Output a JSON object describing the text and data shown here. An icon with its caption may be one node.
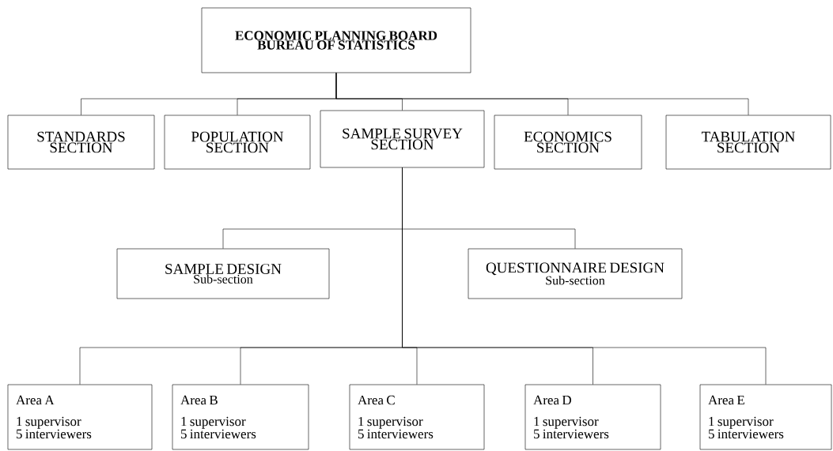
{
  "diagram": {
    "nodes": [
      {
        "text": [
          "ECONOMIC PLANNING BOARD BUREAU OF STATISTICS"
        ]
      },
      {
        "text": [
          "STANDARDS SECTION"
        ]
      },
      {
        "text": [
          "POPULATION SECTION"
        ]
      },
      {
        "text": [
          "SAMPLE SURVEY SECTION"
        ]
      },
      {
        "text": [
          "ECONOMICS SECTION"
        ]
      },
      {
        "text": [
          "TABULATION SECTION"
        ]
      },
      {
        "text": [
          "SAMPLE DESIGN",
          "Sub-section"
        ]
      },
      {
        "text": [
          "QUESTIONNAIRE DESIGN",
          "Sub-section"
        ]
      },
      {
        "text": [
          "Area A",
          "1 supervisor",
          "5 interviewers"
        ]
      },
      {
        "text": [
          "Area B",
          "1 supervisor",
          "5 interviewers"
        ]
      },
      {
        "text": [
          "Area C",
          "1 supervisor",
          "5 interviewers"
        ]
      },
      {
        "text": [
          "Area D",
          "1 supervisor",
          "5 interviewers"
        ]
      },
      {
        "text": [
          "Area E",
          "1 supervisor",
          "5 interviewers"
        ]
      }
    ],
    "edges": [
      {
        "from": 0,
        "to": 1,
        "arrow": "none"
      },
      {
        "from": 0,
        "to": 2,
        "arrow": "none"
      },
      {
        "from": 0,
        "to": 3,
        "arrow": "none"
      },
      {
        "from": 0,
        "to": 4,
        "arrow": "none"
      },
      {
        "from": 0,
        "to": 5,
        "arrow": "none"
      },
      {
        "from": 3,
        "to": 6,
        "arrow": "none"
      },
      {
        "from": 3,
        "to": 7,
        "arrow": "none"
      },
      {
        "from": 3,
        "to": 8,
        "arrow": "none"
      },
      {
        "from": 3,
        "to": 9,
        "arrow": "none"
      },
      {
        "from": 3,
        "to": 10,
        "arrow": "none"
      },
      {
        "from": 3,
        "to": 11,
        "arrow": "none"
      },
      {
        "from": 3,
        "to": 12,
        "arrow": "none"
      }
    ]
  }
}
